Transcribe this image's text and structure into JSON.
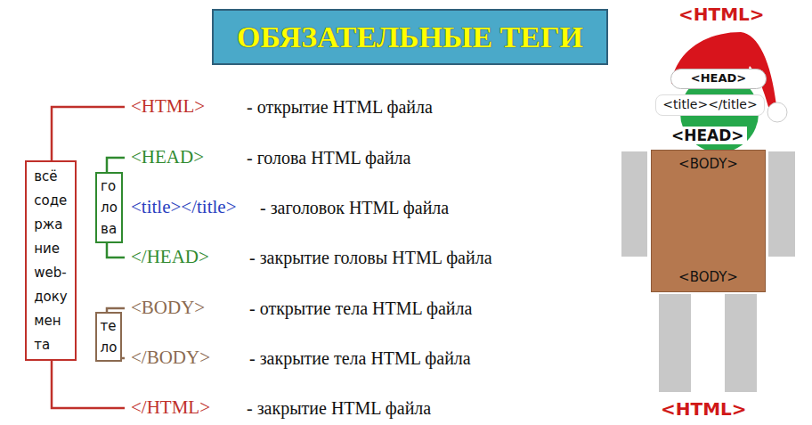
{
  "diagram": {
    "title": "ОБЯЗАТЕЛЬНЫЕ ТЕГИ",
    "nodes": [
      {
        "text": [
          "всё соде ржа ние web- доку мен та"
        ]
      },
      {
        "text": [
          "го ло ва"
        ]
      },
      {
        "text": [
          "те ло"
        ]
      },
      {
        "text": [
          "<HEAD>"
        ]
      },
      {
        "text": [
          "<title></title>"
        ]
      },
      {
        "text": [
          "<BODY>",
          "<BODY>"
        ]
      }
    ],
    "labels": [
      "<HTML>",
      "<HTML>",
      "- открытие HTML файла",
      "<HEAD>",
      "- голова HTML файла",
      "<title></title>",
      "- заголовок HTML файла",
      "</HEAD>",
      "- закрытие головы HTML файла",
      "<BODY>",
      "- открытие тела HTML файла",
      "</BODY>",
      "- закрытие тела HTML файла",
      "</HTML>",
      "- закрытие HTML файла",
      "<HEAD>",
      "<HTML>"
    ]
  }
}
